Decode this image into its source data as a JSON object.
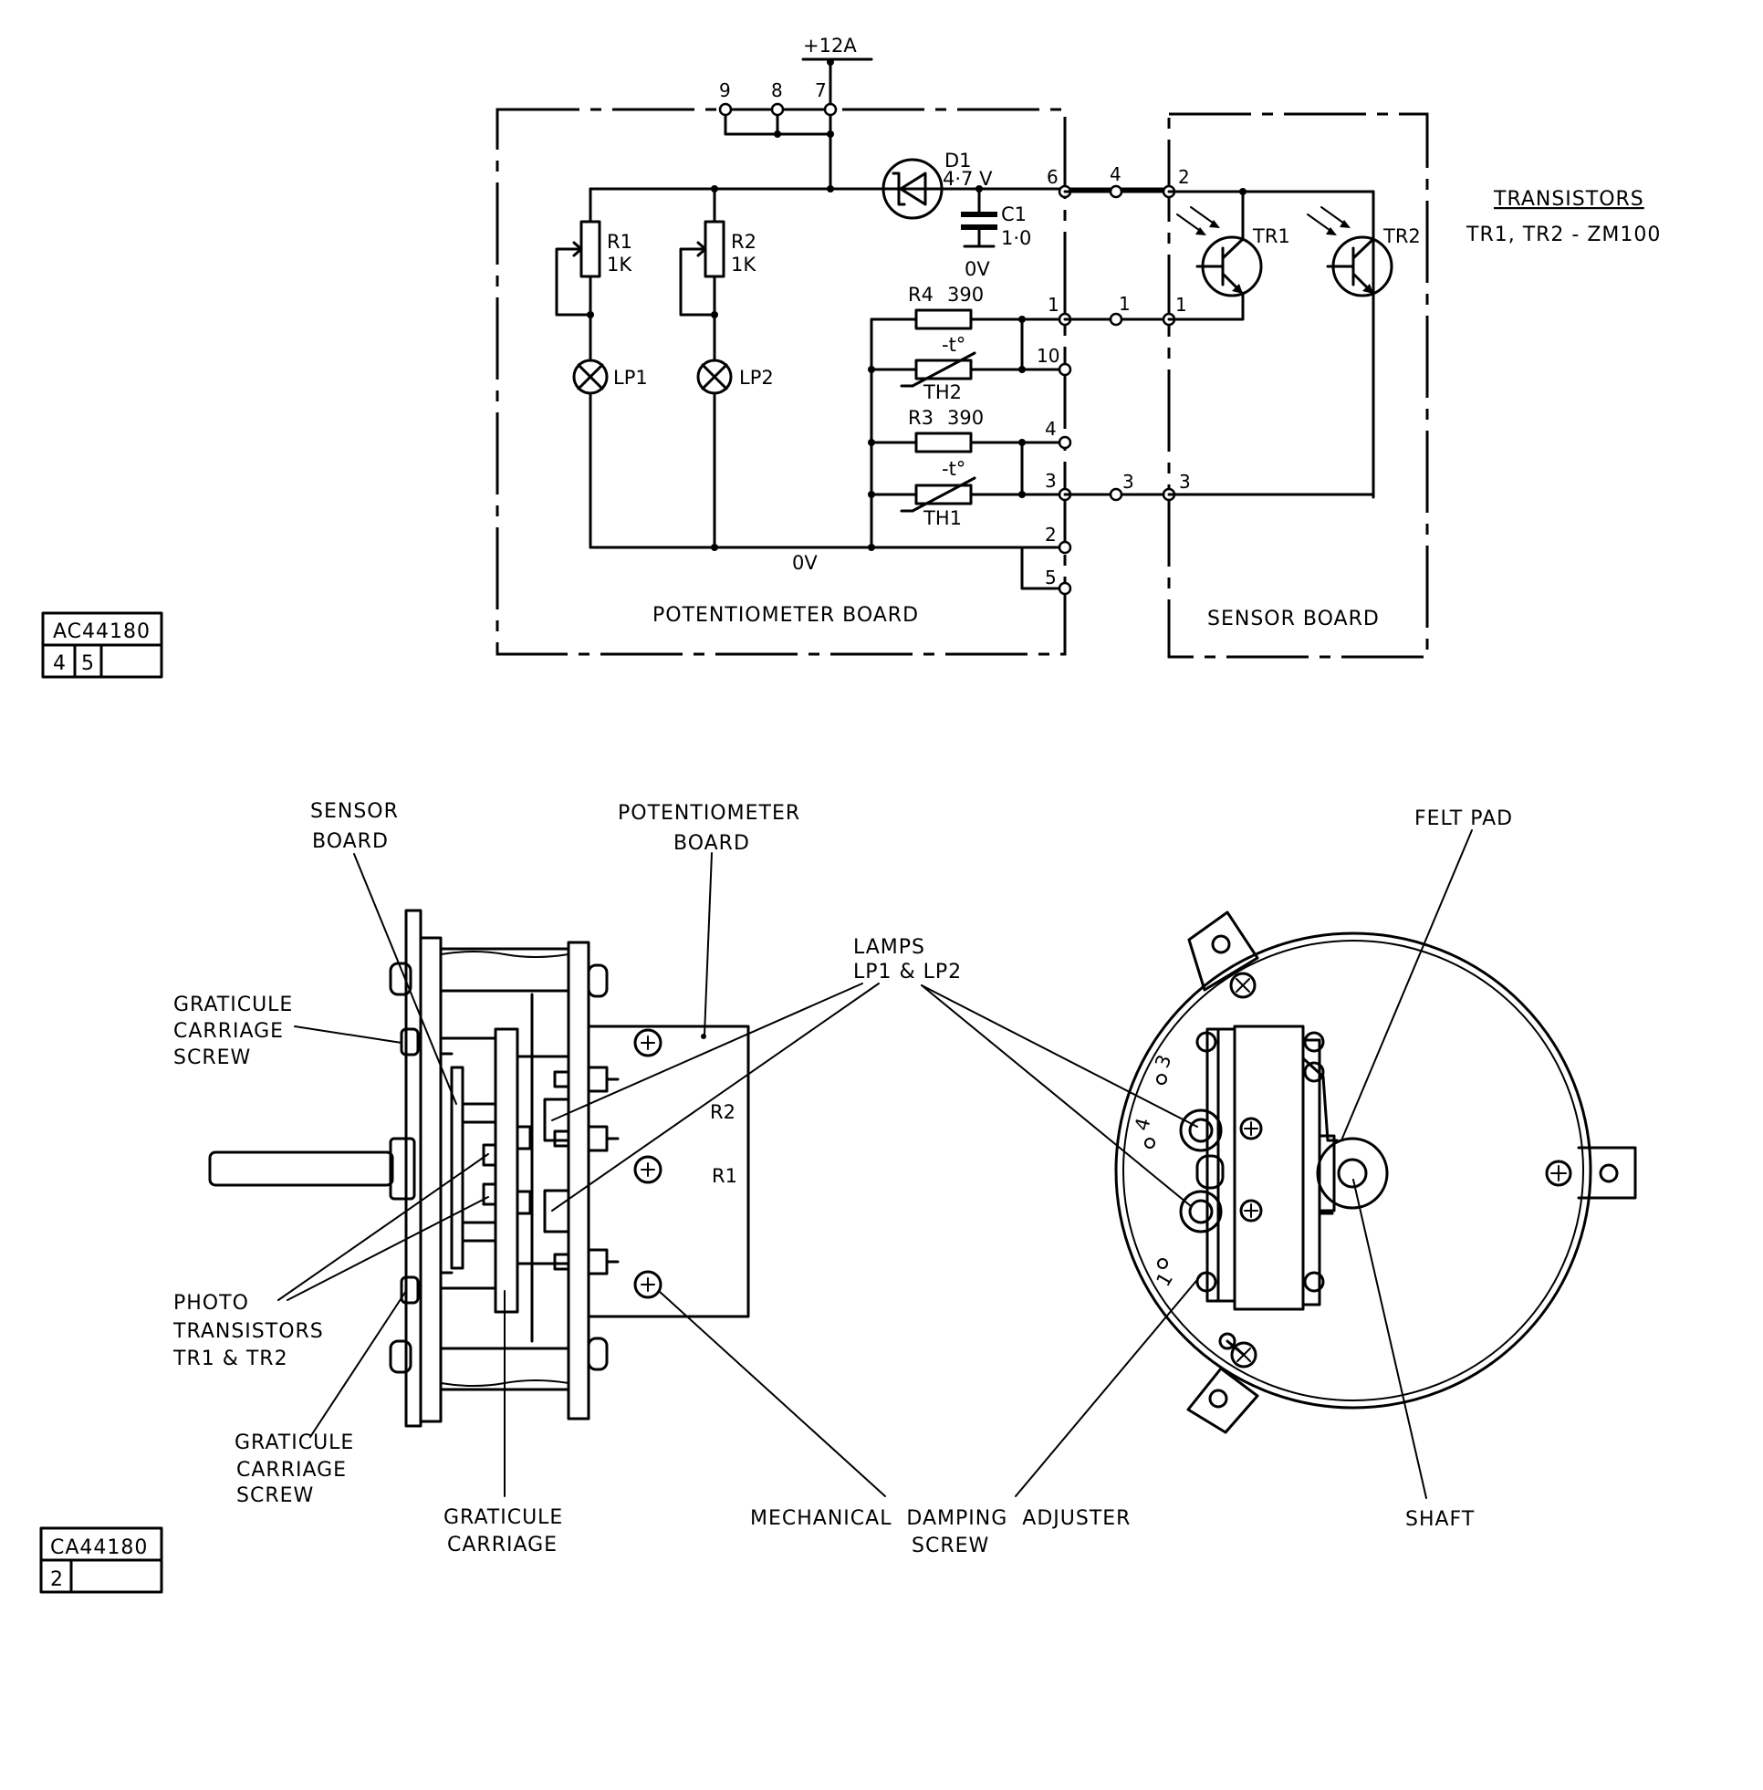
{
  "circuit": {
    "supply": "+12A",
    "supply_pins": [
      "9",
      "8",
      "7"
    ],
    "zener": {
      "ref": "D1",
      "value": "4·7 V"
    },
    "capacitor": {
      "ref": "C1",
      "value": "1·0",
      "ground": "0V"
    },
    "resistors": [
      {
        "ref": "R1",
        "value": "1K"
      },
      {
        "ref": "R2",
        "value": "1K"
      },
      {
        "ref": "R4",
        "value": "390"
      },
      {
        "ref": "R3",
        "value": "390"
      }
    ],
    "thermistors": [
      {
        "ref": "TH2",
        "symbol": "-t°"
      },
      {
        "ref": "TH1",
        "symbol": "-t°"
      }
    ],
    "lamps": [
      "LP1",
      "LP2"
    ],
    "transistors": [
      "TR1",
      "TR2"
    ],
    "pot_pins": [
      "6",
      "1",
      "10",
      "4",
      "3",
      "2",
      "5"
    ],
    "link_pins": [
      "4",
      "1",
      "3"
    ],
    "sensor_pins": [
      "2",
      "1",
      "3"
    ],
    "ground": "0V",
    "pot_board_label": "POTENTIOMETER BOARD",
    "sensor_board_label": "SENSOR BOARD",
    "transistor_note": {
      "title": "TRANSISTORS",
      "text": "TR1, TR2 - ZM100"
    }
  },
  "ref_box_top": {
    "code": "AC44180",
    "cells": [
      "4",
      "5",
      ""
    ]
  },
  "ref_box_bottom": {
    "code": "CA44180",
    "cells": [
      "2",
      ""
    ]
  },
  "assembly": {
    "sensor_board": [
      "SENSOR",
      "BOARD"
    ],
    "potentiometer_board": [
      "POTENTIOMETER",
      "BOARD"
    ],
    "lamps": [
      "LAMPS",
      "LP1 & LP2"
    ],
    "felt_pad": "FELT PAD",
    "graticule_screw_upper": [
      "GRATICULE",
      "CARRIAGE",
      "SCREW"
    ],
    "photo_transistors": [
      "PHOTO",
      "TRANSISTORS",
      "TR1 & TR2"
    ],
    "graticule_screw_lower": [
      "GRATICULE",
      "CARRIAGE",
      "SCREW"
    ],
    "graticule_carriage": [
      "GRATICULE",
      "CARRIAGE"
    ],
    "damping_adjuster": [
      "MECHANICAL  DAMPING  ADJUSTER",
      "SCREW"
    ],
    "shaft": "SHAFT",
    "board_marks": [
      "R2",
      "R1"
    ],
    "disc_marks": [
      "3",
      "4",
      "1"
    ]
  }
}
